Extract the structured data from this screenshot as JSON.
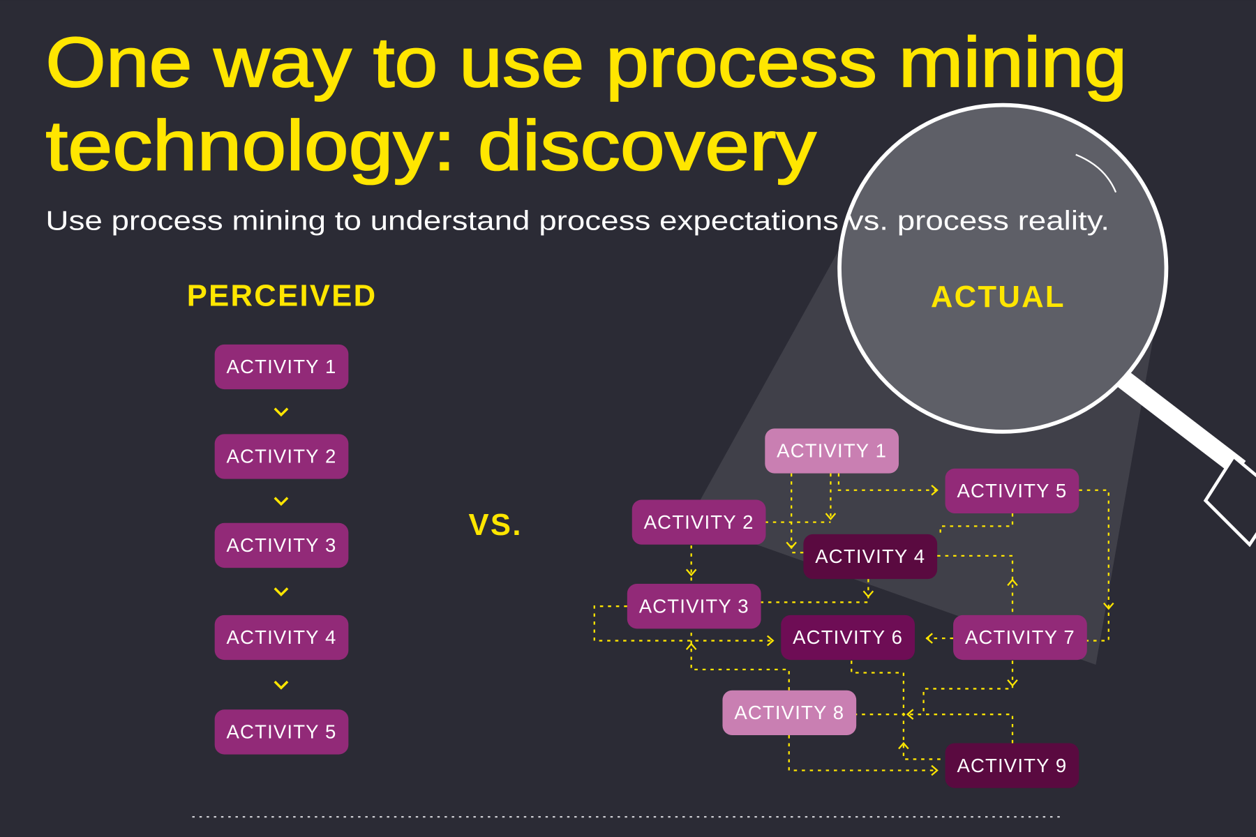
{
  "title": {
    "line1": "One way to use process mining",
    "line2": "technology: discovery"
  },
  "subtitle": "Use process mining to understand process expectations  vs. process reality.",
  "perceived": {
    "heading": "PERCEIVED",
    "activities": [
      "ACTIVITY 1",
      "ACTIVITY 2",
      "ACTIVITY 3",
      "ACTIVITY 4",
      "ACTIVITY 5"
    ]
  },
  "vs_label": "VS.",
  "actual": {
    "heading": "ACTUAL",
    "activities": [
      "ACTIVITY 1",
      "ACTIVITY 2",
      "ACTIVITY 3",
      "ACTIVITY 4",
      "ACTIVITY 5",
      "ACTIVITY 6",
      "ACTIVITY 7",
      "ACTIVITY 8",
      "ACTIVITY 9"
    ]
  },
  "colors": {
    "background": "#2b2b35",
    "accent_yellow": "#ffe600",
    "box_mid": "#922a78",
    "box_light": "#c97fb2",
    "box_dark": "#5a0a40",
    "box_deep": "#6e0d55"
  }
}
